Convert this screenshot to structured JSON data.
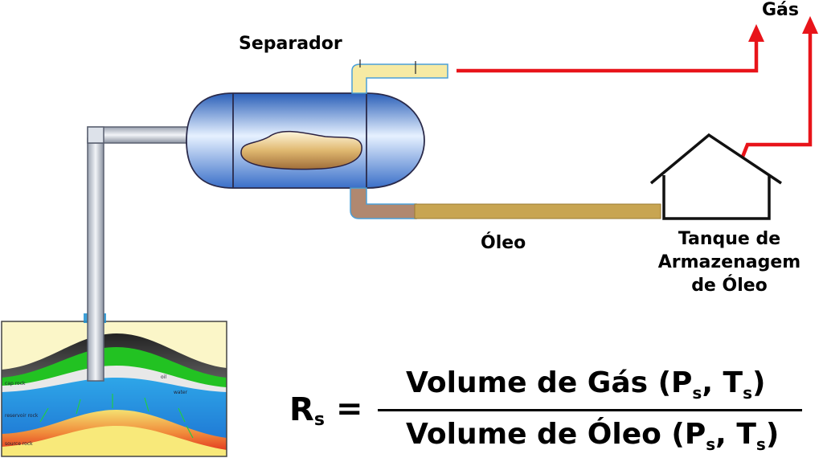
{
  "labels": {
    "separator": "Separador",
    "gas": "Gás",
    "oil": "Óleo",
    "tank_line1": "Tanque de",
    "tank_line2": "Armazenagem",
    "tank_line3": "de Óleo"
  },
  "reservoir_labels": {
    "cap_rock": "cap rock",
    "reservoir_rock": "reservoir rock",
    "source_rock": "source rock",
    "oil": "oil",
    "water": "water"
  },
  "formula": {
    "lhs": "R",
    "lhs_sub": "s",
    "equals": "=",
    "numerator_text": "Volume de Gás (P",
    "denominator_text": "Volume de Óleo (P",
    "sub_s": "s",
    "comma": ", T",
    "close": ")"
  },
  "colors": {
    "gas_line": "#e8141a",
    "oil_pipe": "#c8a552",
    "vessel_blue": "#4f8de0",
    "oil_blob": "#c89a52"
  }
}
